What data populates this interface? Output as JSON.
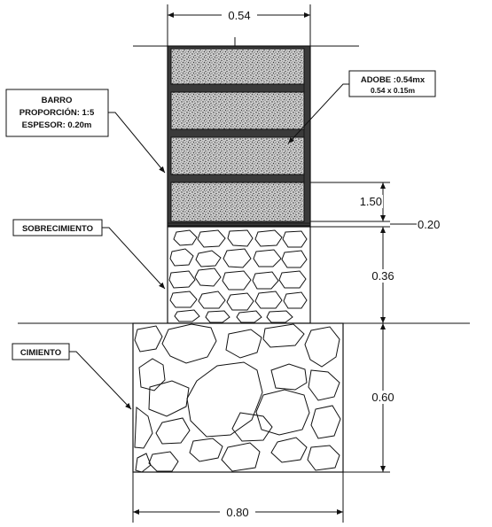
{
  "labels": {
    "barro_title": "BARRO",
    "barro_proportion": "PROPORCIÓN: 1:5",
    "barro_thickness": "ESPESOR: 0.20m",
    "adobe_title": "ADOBE :0.54mx",
    "adobe_size": "0.54 x 0.15m",
    "sobrecimiento": "SOBRECIMIENTO",
    "cimiento": "CIMIENTO"
  },
  "dimensions": {
    "wall_width": "0.54",
    "adobe_height": "1.50",
    "mortar_joint": "0.20",
    "sobrecimiento_height": "0.36",
    "cimiento_height": "0.60",
    "cimiento_width": "0.80"
  },
  "colors": {
    "line": "#111111",
    "mortar": "#3a3a3a"
  }
}
